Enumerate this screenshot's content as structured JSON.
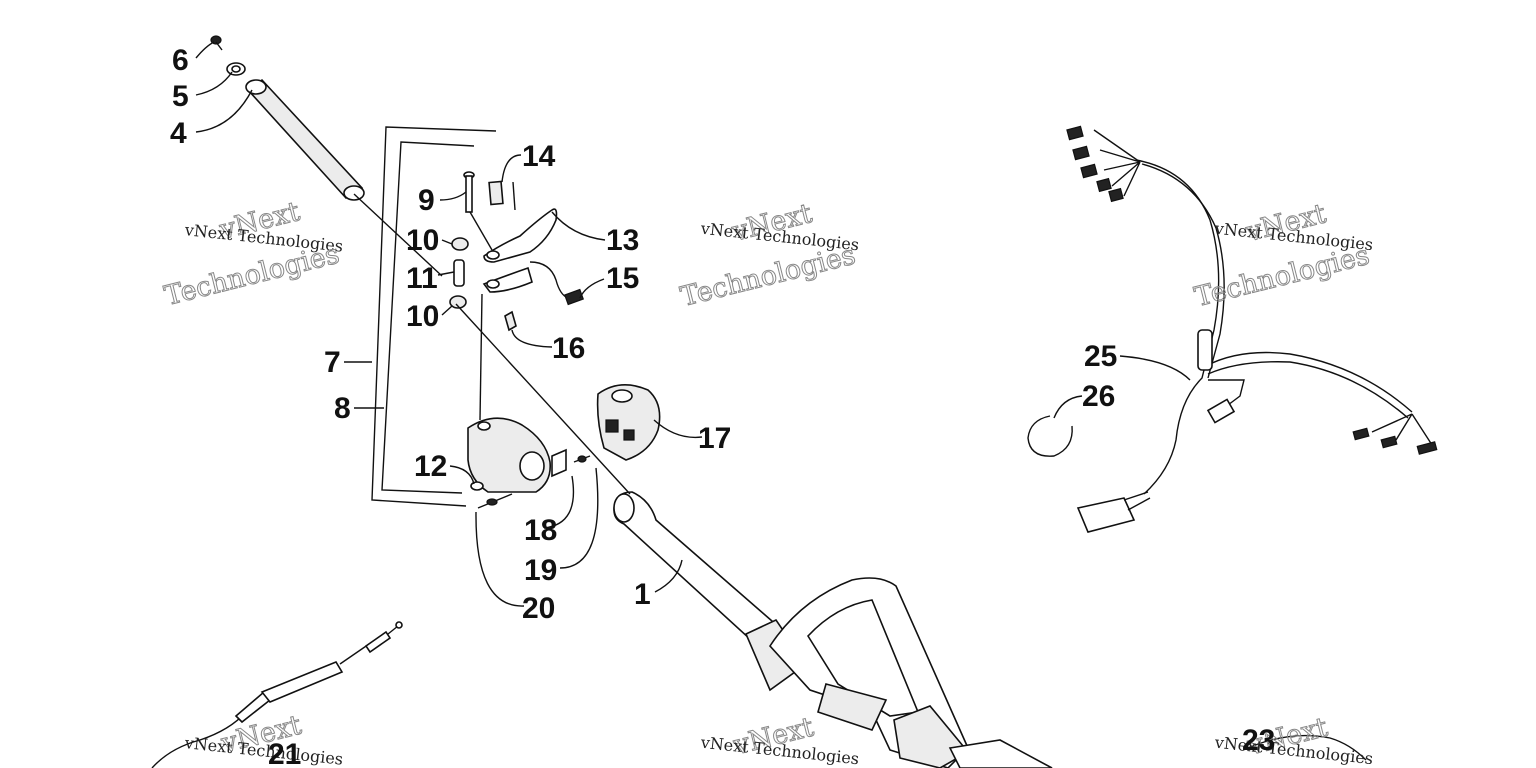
{
  "callouts": {
    "c1": "1",
    "c4": "4",
    "c5": "5",
    "c6": "6",
    "c7": "7",
    "c8": "8",
    "c9": "9",
    "c10a": "10",
    "c10b": "10",
    "c11": "11",
    "c12": "12",
    "c13": "13",
    "c14": "14",
    "c15": "15",
    "c16": "16",
    "c17": "17",
    "c18": "18",
    "c19": "19",
    "c20": "20",
    "c21": "21",
    "c23": "23",
    "c25": "25",
    "c26": "26"
  },
  "watermark": {
    "line_small": "vNext Technologies",
    "line_big_1": "vNext",
    "line_big_2": "Technologies"
  },
  "colors": {
    "ink": "#111111",
    "background": "#ffffff",
    "watermark": "#888888"
  }
}
